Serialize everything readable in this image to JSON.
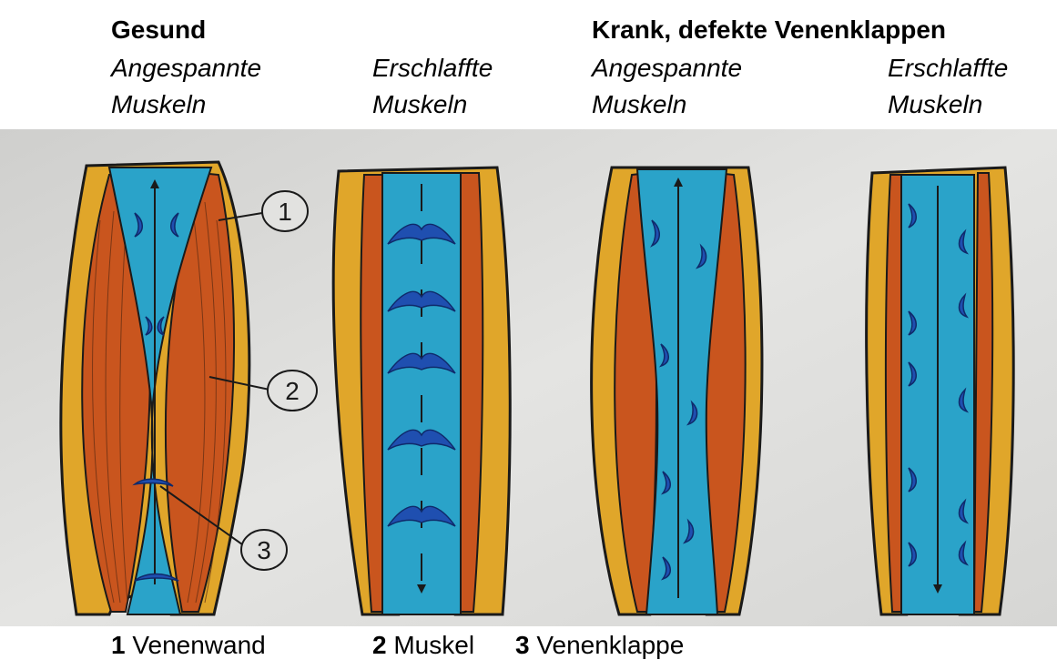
{
  "headers": {
    "healthy_title": "Gesund",
    "sick_title": "Krank, defekte Venenklappen",
    "tensed_line1": "Angespannte",
    "tensed_line2": "Muskeln",
    "relaxed_line1": "Erschlaffte",
    "relaxed_line2": "Muskeln"
  },
  "callouts": [
    "1",
    "2",
    "3"
  ],
  "legend": [
    {
      "num": "1",
      "label": "Venenwand"
    },
    {
      "num": "2",
      "label": "Muskel"
    },
    {
      "num": "3",
      "label": "Venenklappe"
    }
  ],
  "colors": {
    "paper": "#d9d9d7",
    "fat_yellow": "#e0a62a",
    "muscle_orange": "#c9551e",
    "vein_blue": "#2aa3c9",
    "valve_blue": "#1f4fb0",
    "outline": "#1a1a1a"
  }
}
